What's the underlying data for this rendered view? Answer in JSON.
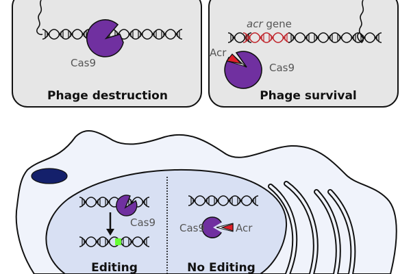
{
  "panels": {
    "destruction": {
      "title": "Phage destruction",
      "cas9_label": "Cas9"
    },
    "survival": {
      "title": "Phage survival",
      "gene_label_italic": "acr",
      "gene_label_rest": " gene",
      "acr_label": "Acr",
      "cas9_label": "Cas9"
    }
  },
  "cell": {
    "editing": {
      "title": "Editing",
      "cas9_label": "Cas9"
    },
    "no_editing": {
      "title": "No Editing",
      "cas9_label": "Cas9",
      "acr_label": "Acr"
    }
  },
  "colors": {
    "panel_bg": "#e6e6e6",
    "cas9": "#7030a0",
    "acr": "#e0202a",
    "acr_gene": "#c0262d",
    "cell_bg": "#f0f3fb",
    "nucleus_bg": "#d8e0f3",
    "organelle": "#14206b",
    "edit_mark": "#66ff33"
  }
}
